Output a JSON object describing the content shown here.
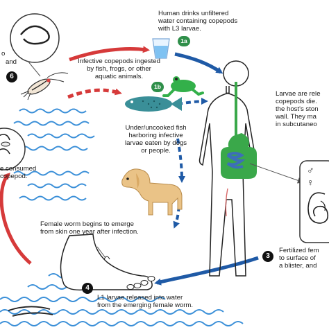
{
  "labels": {
    "human_drinks": "Human drinks unfiltered\nwater containing copepods\nwith L3 larvae.",
    "infective_copepods": "Infective copepods ingested\nby fish, frogs, or other\naquatic animals.",
    "undercooked_fish": "Under/uncooked fish\nharboring infective\nlarvae eaten by dogs\nor people.",
    "larvae_released": "Larvae are rele\ncopepods die.\nthe host's ston\nwall. They ma\nin subcutaneo",
    "female_worm": "Female worm begins to emerge\nfrom skin one year after infection.",
    "fertilized_female": "Fertilized fem\nto surface of\na blister, and",
    "l1_larvae": "L1 larvae released into water\nfrom the emerging female worm.",
    "consumed_copepod": "e consumed\ncopepod.",
    "left_o": "o",
    "left_and": "and"
  },
  "steps": {
    "s1a": "1a",
    "s1b": "1b",
    "s3": "3",
    "s4": "4",
    "s6": "6"
  },
  "symbols": {
    "male": "♂",
    "female": "♀"
  },
  "colors": {
    "red_arrow": "#d63a3a",
    "blue_arrow": "#1f5aa6",
    "water": "#3a8fd8",
    "gut_green": "#3aa84a",
    "intestine_blue": "#3d6fb8",
    "badge_green": "#2f8f4a"
  }
}
